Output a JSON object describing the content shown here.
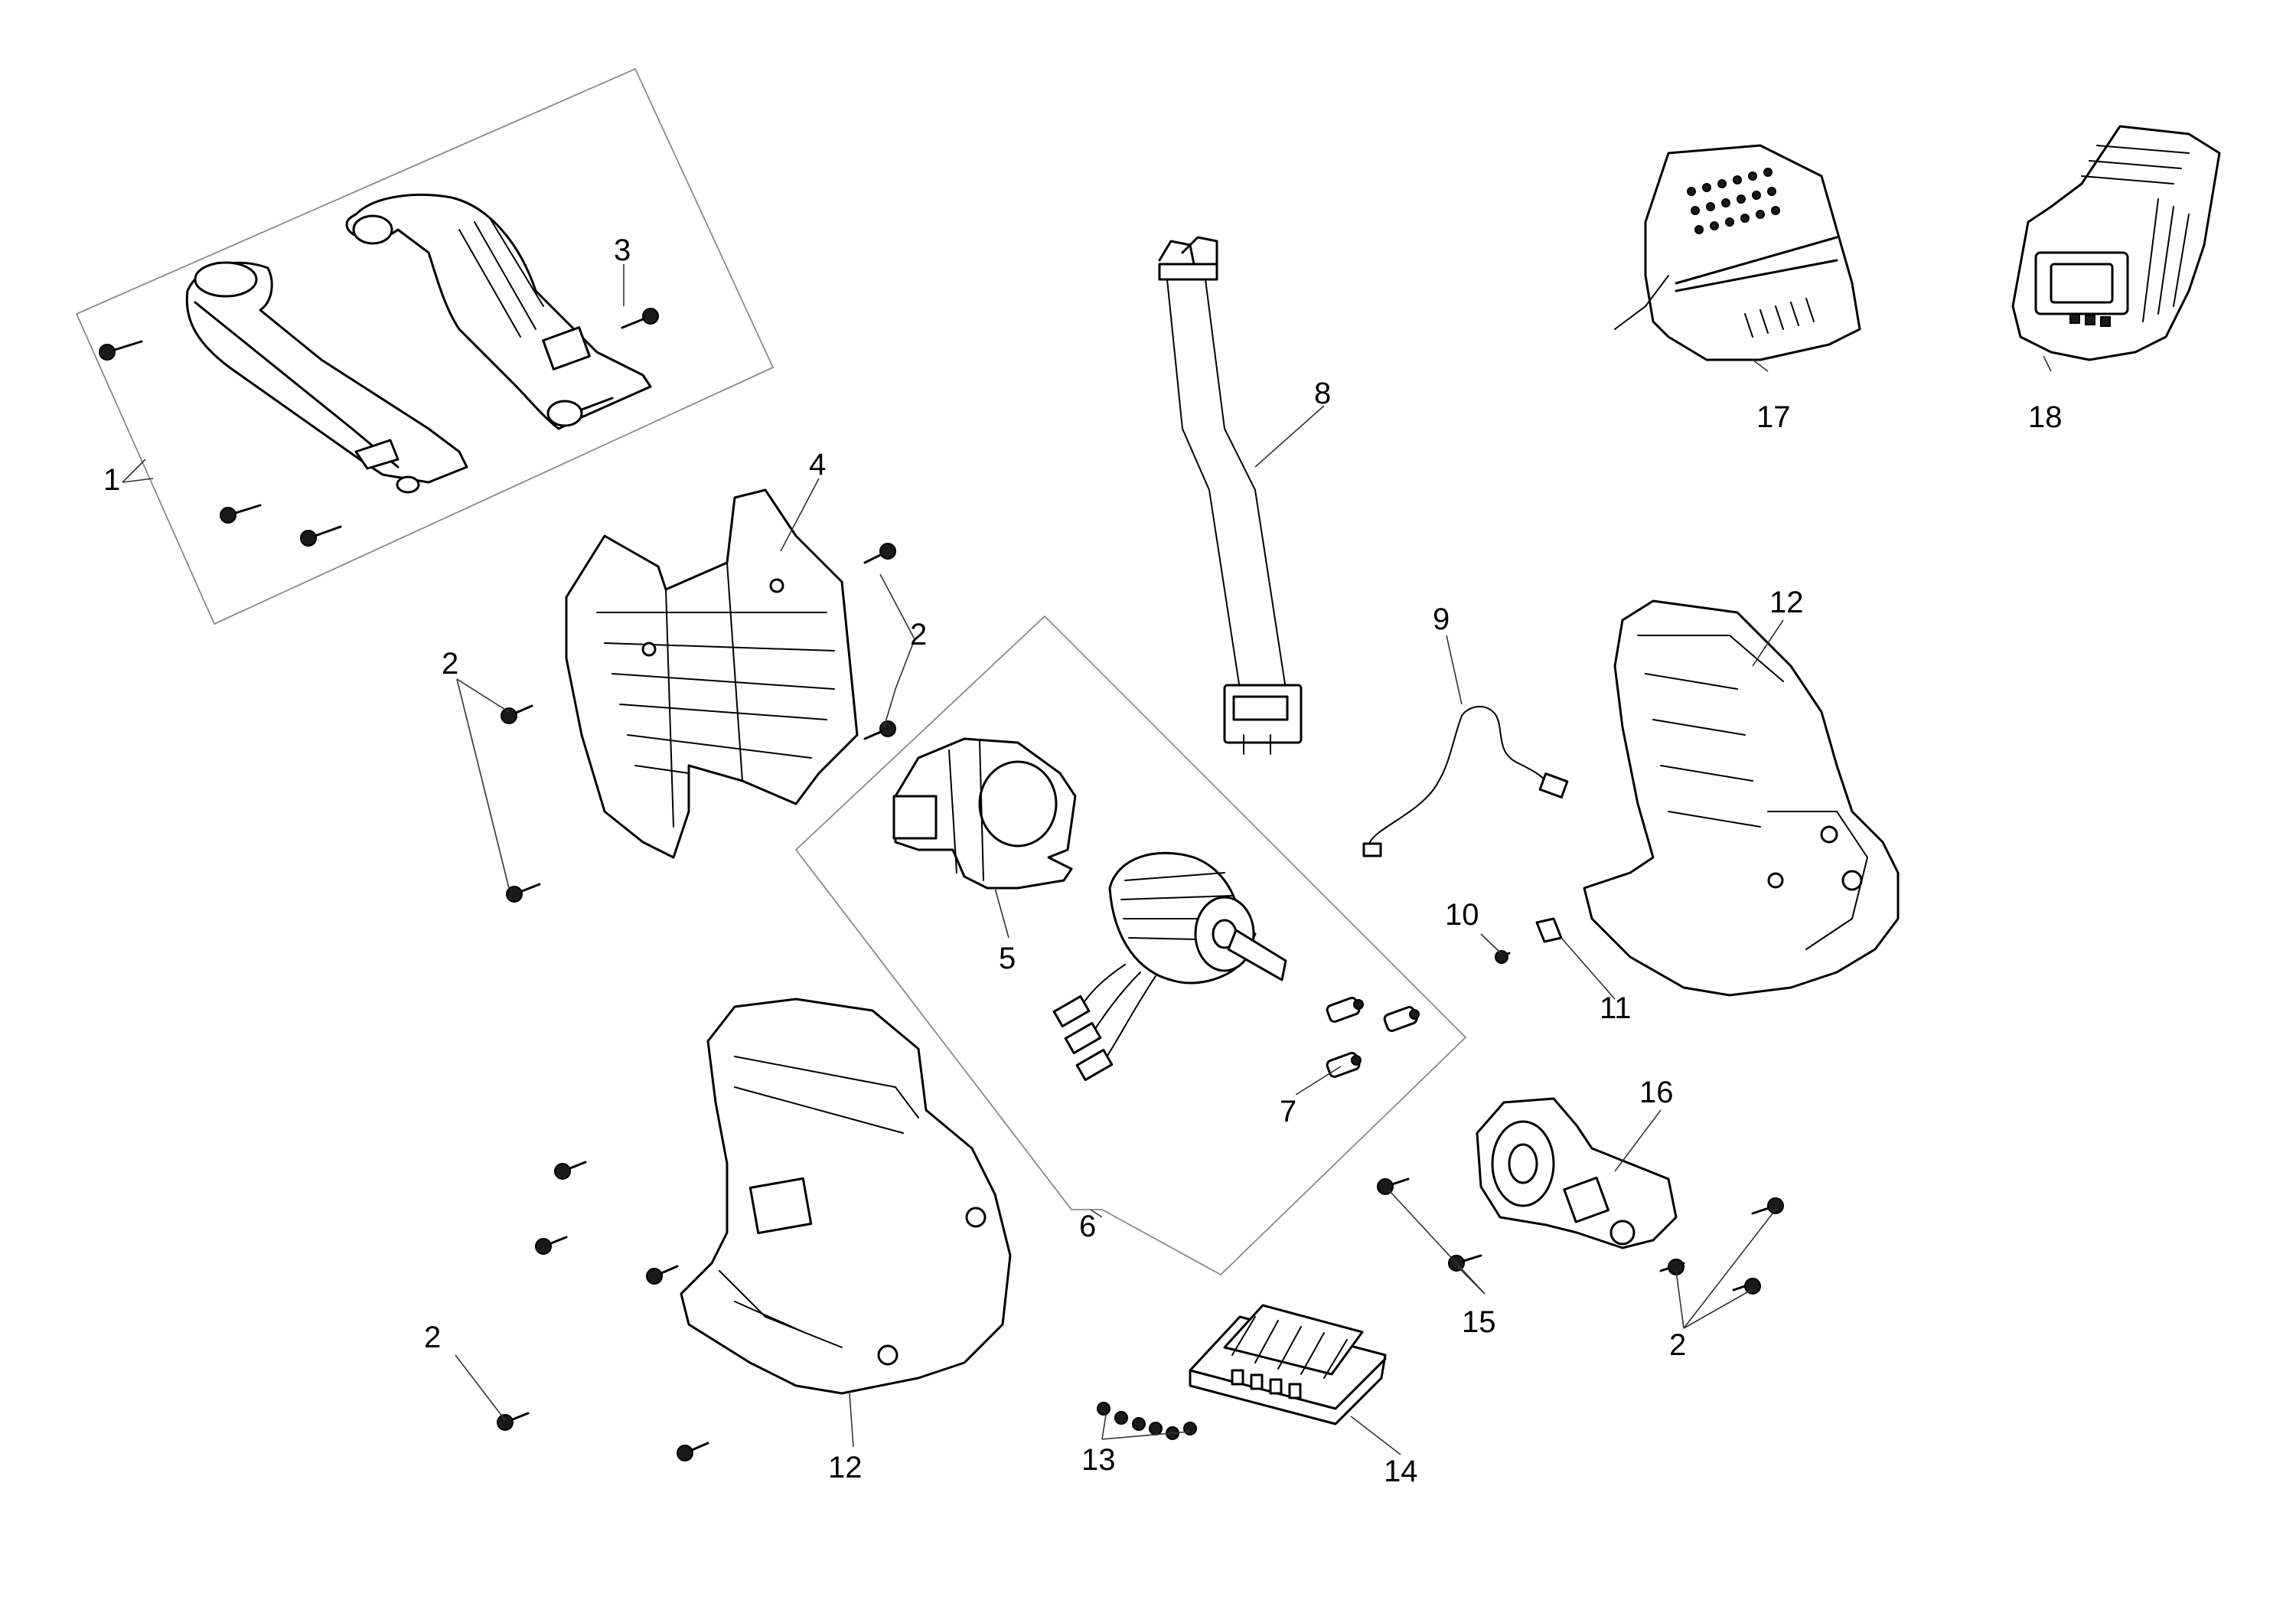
{
  "diagram": {
    "callouts": [
      "1",
      "2",
      "3",
      "4",
      "5",
      "6",
      "7",
      "8",
      "9",
      "10",
      "11",
      "12",
      "13",
      "14",
      "15",
      "16",
      "17",
      "18"
    ],
    "repeated_callouts": {
      "screw_2_left": "2",
      "screw_2_right": "2",
      "screw_2_lower_left": "2",
      "screw_2_lower_right": "2",
      "housing_12_right": "12",
      "housing_12_left": "12"
    }
  }
}
